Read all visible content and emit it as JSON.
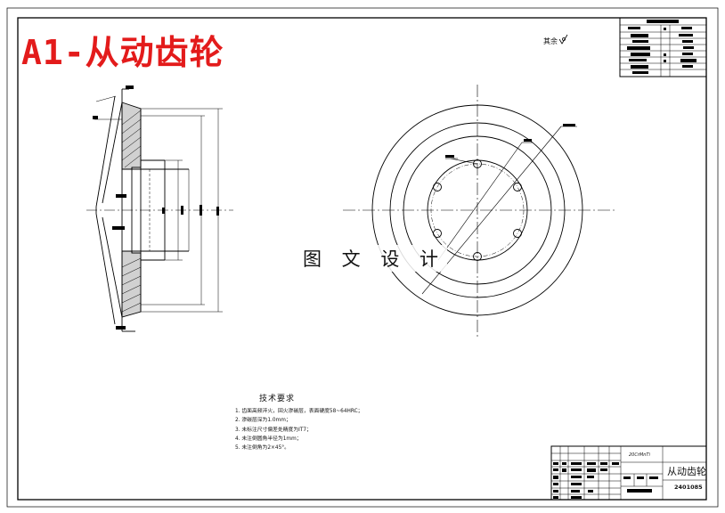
{
  "drawing": {
    "title": "A1-从动齿轮",
    "watermark": "图 文 设 计",
    "roughness_label": "其余"
  },
  "tech_requirements": {
    "heading": "技术要求",
    "items": [
      "1. 齿面高频淬火，回火渗碳层，表面硬度58~64HRC；",
      "2. 渗碳层深为1.0mm；",
      "3. 未标注尺寸偏差处精度为IT7；",
      "4. 未注倒圆角半径为1mm；",
      "5. 未注倒角为2×45°。"
    ]
  },
  "title_block": {
    "part_name": "从动齿轮",
    "drawing_code": "2401085",
    "material": "20CrMnTi"
  }
}
